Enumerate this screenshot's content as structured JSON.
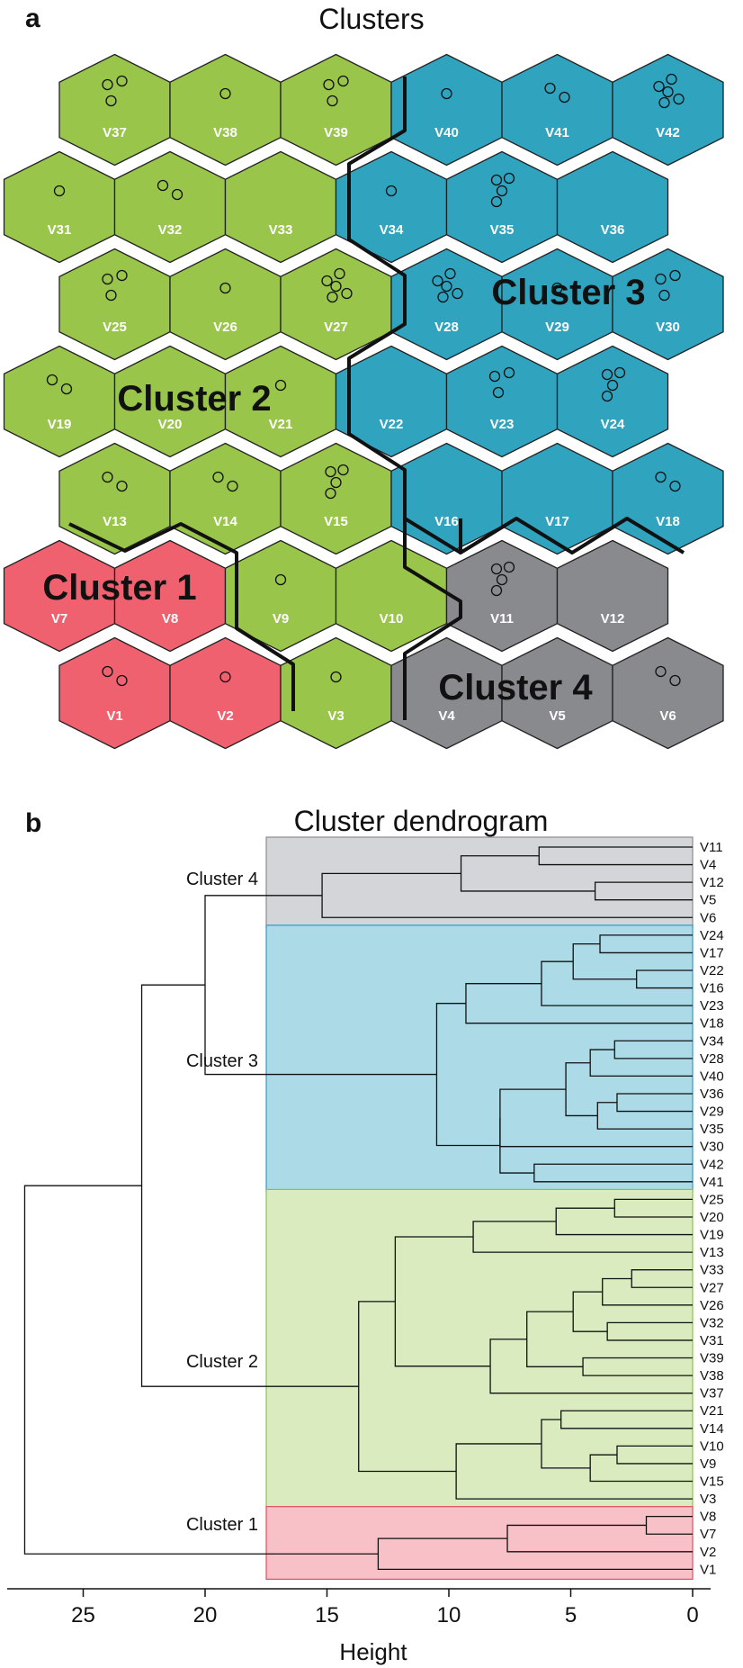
{
  "panel_a": {
    "letter": "a",
    "title": "Clusters",
    "colors": {
      "cluster1": "#f0616f",
      "cluster2": "#99c54a",
      "cluster3": "#30a3bf",
      "cluster4": "#898a8e"
    },
    "rows": [
      {
        "labels": [
          "V37",
          "V38",
          "V39",
          "V40",
          "V41",
          "V42"
        ],
        "clusters": [
          2,
          2,
          2,
          3,
          3,
          3
        ],
        "dots": [
          3,
          1,
          3,
          1,
          2,
          5
        ]
      },
      {
        "labels": [
          "V31",
          "V32",
          "V33",
          "V34",
          "V35",
          "V36"
        ],
        "clusters": [
          2,
          2,
          2,
          3,
          3,
          3
        ],
        "dots": [
          1,
          2,
          0,
          1,
          4,
          0
        ]
      },
      {
        "labels": [
          "V25",
          "V26",
          "V27",
          "V28",
          "V29",
          "V30"
        ],
        "clusters": [
          2,
          2,
          2,
          3,
          3,
          3
        ],
        "dots": [
          3,
          1,
          5,
          5,
          1,
          3
        ]
      },
      {
        "labels": [
          "V19",
          "V20",
          "V21",
          "V22",
          "V23",
          "V24"
        ],
        "clusters": [
          2,
          2,
          2,
          3,
          3,
          3
        ],
        "dots": [
          2,
          0,
          1,
          0,
          3,
          4
        ]
      },
      {
        "labels": [
          "V13",
          "V14",
          "V15",
          "V16",
          "V17",
          "V18"
        ],
        "clusters": [
          2,
          2,
          2,
          3,
          3,
          3
        ],
        "dots": [
          2,
          2,
          4,
          0,
          0,
          2
        ]
      },
      {
        "labels": [
          "V7",
          "V8",
          "V9",
          "V10",
          "V11",
          "V12"
        ],
        "clusters": [
          1,
          1,
          2,
          2,
          4,
          4
        ],
        "dots": [
          0,
          0,
          1,
          0,
          4,
          0
        ]
      },
      {
        "labels": [
          "V1",
          "V2",
          "V3",
          "V4",
          "V5",
          "V6"
        ],
        "clusters": [
          1,
          1,
          2,
          4,
          4,
          4
        ],
        "dots": [
          2,
          1,
          1,
          0,
          0,
          2
        ]
      }
    ],
    "cluster_labels": [
      "Cluster 1",
      "Cluster 2",
      "Cluster 3",
      "Cluster 4"
    ]
  },
  "panel_b": {
    "letter": "b",
    "title": "Cluster dendrogram",
    "xlabel": "Height",
    "xticks": [
      25,
      20,
      15,
      10,
      5,
      0
    ],
    "xlim": [
      29,
      0
    ],
    "leaves": [
      "V11",
      "V4",
      "V12",
      "V5",
      "V6",
      "V24",
      "V17",
      "V22",
      "V16",
      "V23",
      "V18",
      "V34",
      "V28",
      "V40",
      "V36",
      "V29",
      "V35",
      "V30",
      "V42",
      "V41",
      "V25",
      "V20",
      "V19",
      "V13",
      "V33",
      "V27",
      "V26",
      "V32",
      "V31",
      "V39",
      "V38",
      "V37",
      "V21",
      "V14",
      "V10",
      "V9",
      "V15",
      "V3",
      "V8",
      "V7",
      "V2",
      "V1"
    ],
    "clusters": [
      {
        "label": "Cluster 4",
        "from": 0,
        "to": 4,
        "fill": "#d3d5d8",
        "stroke": "#8a8c8e"
      },
      {
        "label": "Cluster 3",
        "from": 5,
        "to": 19,
        "fill": "#acdbe7",
        "stroke": "#2e9cc3"
      },
      {
        "label": "Cluster 2",
        "from": 20,
        "to": 37,
        "fill": "#d9ebbf",
        "stroke": "#8cc04a"
      },
      {
        "label": "Cluster 1",
        "from": 38,
        "to": 41,
        "fill": "#f8c0c7",
        "stroke": "#e0505e"
      }
    ],
    "merges": [
      {
        "a": "V11",
        "b": "V4",
        "h": 6.3
      },
      {
        "a": "V12",
        "b": "V5",
        "h": 4.0
      },
      {
        "a": "m0",
        "b": "m1",
        "h": 9.5
      },
      {
        "a": "m2",
        "b": "V6",
        "h": 15.2
      },
      {
        "a": "V24",
        "b": "V17",
        "h": 3.8
      },
      {
        "a": "V22",
        "b": "V16",
        "h": 2.3
      },
      {
        "a": "m4",
        "b": "m5",
        "h": 4.9
      },
      {
        "a": "m6",
        "b": "V23",
        "h": 6.2
      },
      {
        "a": "m7",
        "b": "V18",
        "h": 9.3
      },
      {
        "a": "V34",
        "b": "V28",
        "h": 3.2
      },
      {
        "a": "m9",
        "b": "V40",
        "h": 4.2
      },
      {
        "a": "V36",
        "b": "V29",
        "h": 3.1
      },
      {
        "a": "m11",
        "b": "V35",
        "h": 3.9
      },
      {
        "a": "m10",
        "b": "m12",
        "h": 5.2
      },
      {
        "a": "m13",
        "b": "V30",
        "h": 7.9
      },
      {
        "a": "V42",
        "b": "V41",
        "h": 6.5
      },
      {
        "a": "m14",
        "b": "m15",
        "h": 7.9
      },
      {
        "a": "m8",
        "b": "m16",
        "h": 10.5
      },
      {
        "a": "V25",
        "b": "V20",
        "h": 3.2
      },
      {
        "a": "m18",
        "b": "V19",
        "h": 5.6
      },
      {
        "a": "m19",
        "b": "V13",
        "h": 9.0
      },
      {
        "a": "V33",
        "b": "V27",
        "h": 2.5
      },
      {
        "a": "m21",
        "b": "V26",
        "h": 3.7
      },
      {
        "a": "V32",
        "b": "V31",
        "h": 3.5
      },
      {
        "a": "m22",
        "b": "m23",
        "h": 4.9
      },
      {
        "a": "V39",
        "b": "V38",
        "h": 4.5
      },
      {
        "a": "m24",
        "b": "m25",
        "h": 6.8
      },
      {
        "a": "m26",
        "b": "V37",
        "h": 8.3
      },
      {
        "a": "m20",
        "b": "m27",
        "h": 12.2
      },
      {
        "a": "V21",
        "b": "V14",
        "h": 5.4
      },
      {
        "a": "V10",
        "b": "V9",
        "h": 3.1
      },
      {
        "a": "m30",
        "b": "V15",
        "h": 4.2
      },
      {
        "a": "m29",
        "b": "m31",
        "h": 6.2
      },
      {
        "a": "m32",
        "b": "V3",
        "h": 9.7
      },
      {
        "a": "m28",
        "b": "m33",
        "h": 13.7
      },
      {
        "a": "V8",
        "b": "V7",
        "h": 1.9
      },
      {
        "a": "m35",
        "b": "V2",
        "h": 7.6
      },
      {
        "a": "m36",
        "b": "V1",
        "h": 12.9
      },
      {
        "a": "m3",
        "b": "m17",
        "h": 20.0
      },
      {
        "a": "m38",
        "b": "m34",
        "h": 22.6
      },
      {
        "a": "m39",
        "b": "m37",
        "h": 27.4
      }
    ]
  }
}
